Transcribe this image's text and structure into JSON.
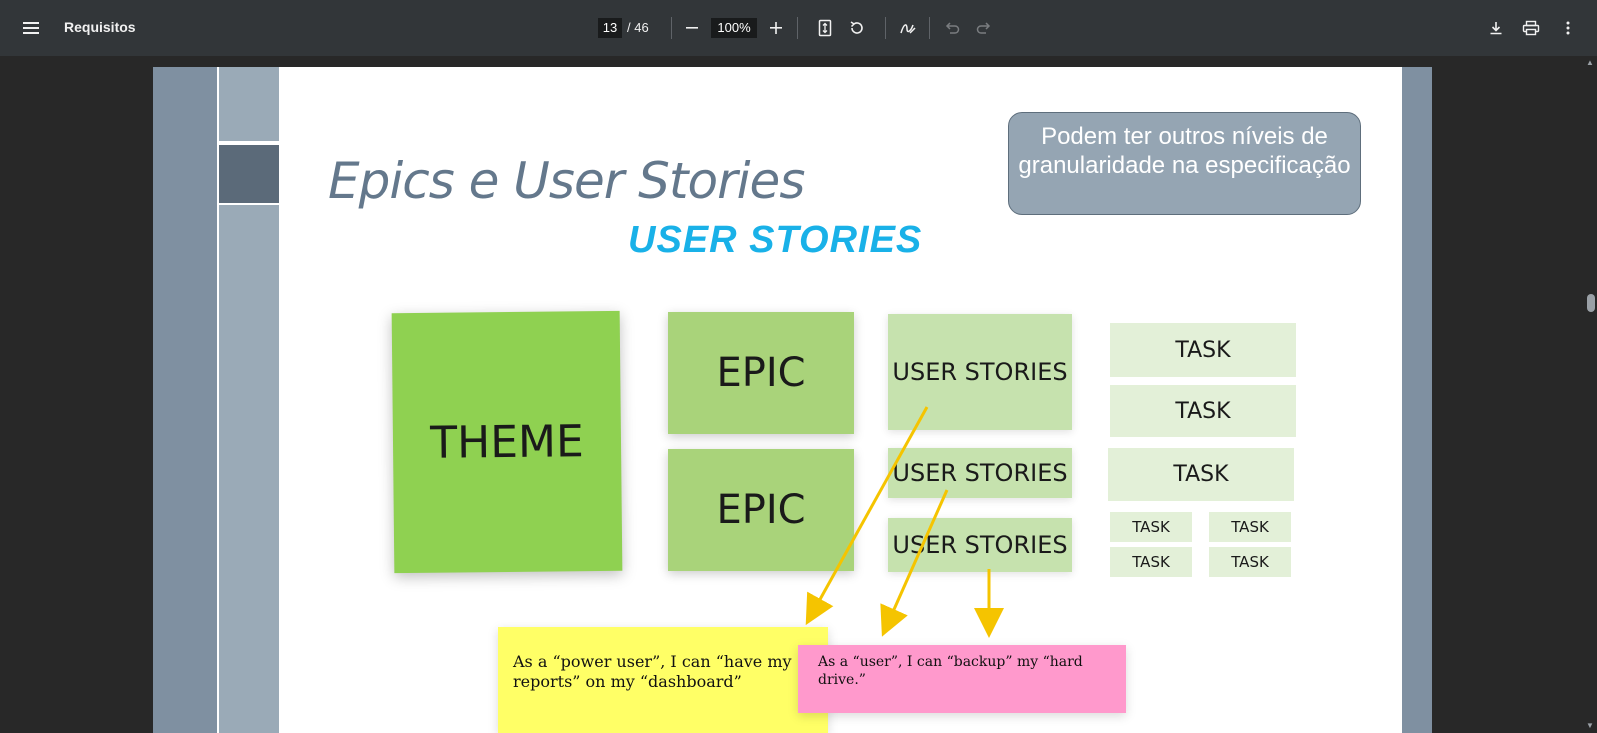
{
  "toolbar": {
    "title": "Requisitos",
    "page_current": "13",
    "page_total": "/ 46",
    "zoom": "100%"
  },
  "slide": {
    "title": "Epics e User Stories",
    "note": "Podem ter outros níveis de granularidade na especificação",
    "heading": "USER STORIES",
    "theme": "THEME",
    "epics": [
      "EPIC",
      "EPIC"
    ],
    "stories": [
      "USER STORIES",
      "USER STORIES",
      "USER STORIES"
    ],
    "tasks": [
      "TASK",
      "TASK",
      "TASK"
    ],
    "tasks_small": [
      "TASK",
      "TASK",
      "TASK",
      "TASK"
    ],
    "sticky_yellow": "As a “power user”, I can “have my reports” on my “dashboard”",
    "sticky_pink": "As a “user”, I can “backup” my “hard drive.”"
  },
  "colors": {
    "theme": "#8fd151",
    "epic": "#a9d37a",
    "story": "#c6e2ae",
    "task": "#e3f0d8",
    "heading": "#19b1e8",
    "arrow": "#f5c400",
    "sticky_yellow": "#ffff66",
    "sticky_pink": "#ff99cc"
  },
  "icons": [
    "menu-icon",
    "zoom-out-icon",
    "zoom-in-icon",
    "fit-page-icon",
    "rotate-icon",
    "annotate-icon",
    "undo-icon",
    "redo-icon",
    "download-icon",
    "print-icon",
    "more-icon"
  ]
}
